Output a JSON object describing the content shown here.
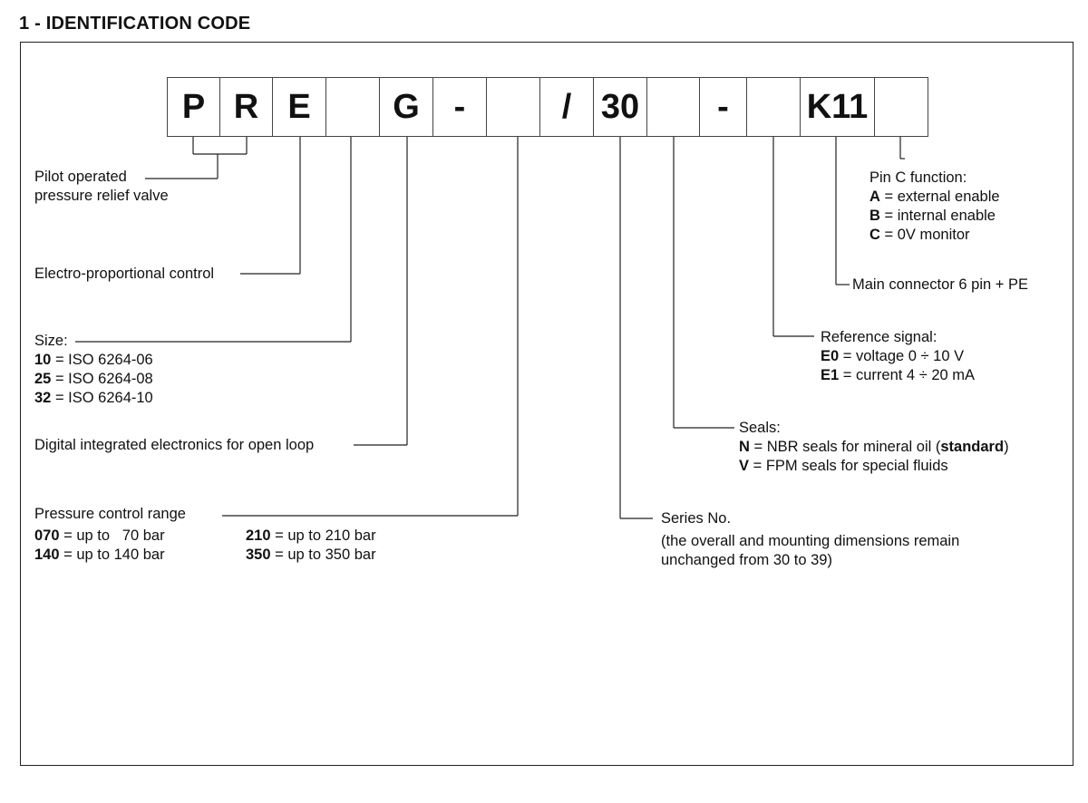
{
  "section_heading": "1 - IDENTIFICATION CODE",
  "code_boxes": [
    "P",
    "R",
    "E",
    "",
    "G",
    "-",
    "",
    "/",
    "30",
    "",
    "-",
    "",
    "K11",
    ""
  ],
  "pilot": {
    "line1": "Pilot operated",
    "line2": "pressure relief valve"
  },
  "electro": "Electro-proportional control",
  "size": {
    "title": "Size:",
    "options": [
      {
        "code": "10",
        "text": " = ISO 6264-06"
      },
      {
        "code": "25",
        "text": " = ISO 6264-08"
      },
      {
        "code": "32",
        "text": " = ISO 6264-10"
      }
    ]
  },
  "digital": "Digital integrated electronics for open loop",
  "pressure": {
    "title": "Pressure control range",
    "options": [
      {
        "code": "070",
        "text": " = up to   70 bar"
      },
      {
        "code": "140",
        "text": " = up to 140 bar"
      },
      {
        "code": "210",
        "text": " = up to 210 bar"
      },
      {
        "code": "350",
        "text": " = up to 350 bar"
      }
    ]
  },
  "series": {
    "title": "Series No.",
    "line1": "(the overall and mounting dimensions remain",
    "line2": "unchanged from 30 to 39)"
  },
  "seals": {
    "title": "Seals:",
    "n_code": "N",
    "n_text": " = NBR seals for mineral oil (",
    "n_std": "standard",
    "n_close": ")",
    "v_code": "V",
    "v_text": " = FPM seals for special fluids"
  },
  "reference": {
    "title": "Reference signal:",
    "options": [
      {
        "code": "E0",
        "text": " = voltage 0 ÷ 10 V"
      },
      {
        "code": "E1",
        "text": " = current 4 ÷ 20 mA"
      }
    ]
  },
  "connector": "Main connector 6 pin + PE",
  "pinc": {
    "title": "Pin C function:",
    "options": [
      {
        "code": "A",
        "text": " = external enable"
      },
      {
        "code": "B",
        "text": " = internal enable"
      },
      {
        "code": "C",
        "text": " = 0V monitor"
      }
    ]
  }
}
